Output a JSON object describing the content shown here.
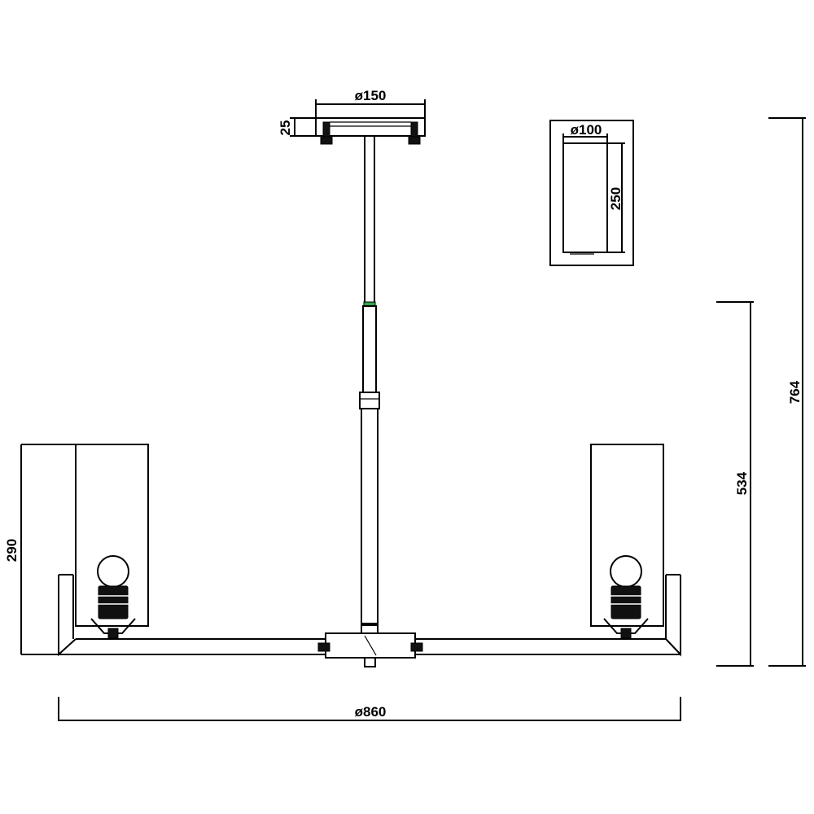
{
  "dimensions": {
    "canopy_diameter": "ø150",
    "canopy_height": "25",
    "shade_diameter": "ø100",
    "shade_height": "250",
    "overall_height": "764",
    "min_height": "534",
    "arm_shade_height": "290",
    "overall_diameter": "ø860"
  },
  "colors": {
    "line": "#000000",
    "accent": "#2fa84f"
  }
}
